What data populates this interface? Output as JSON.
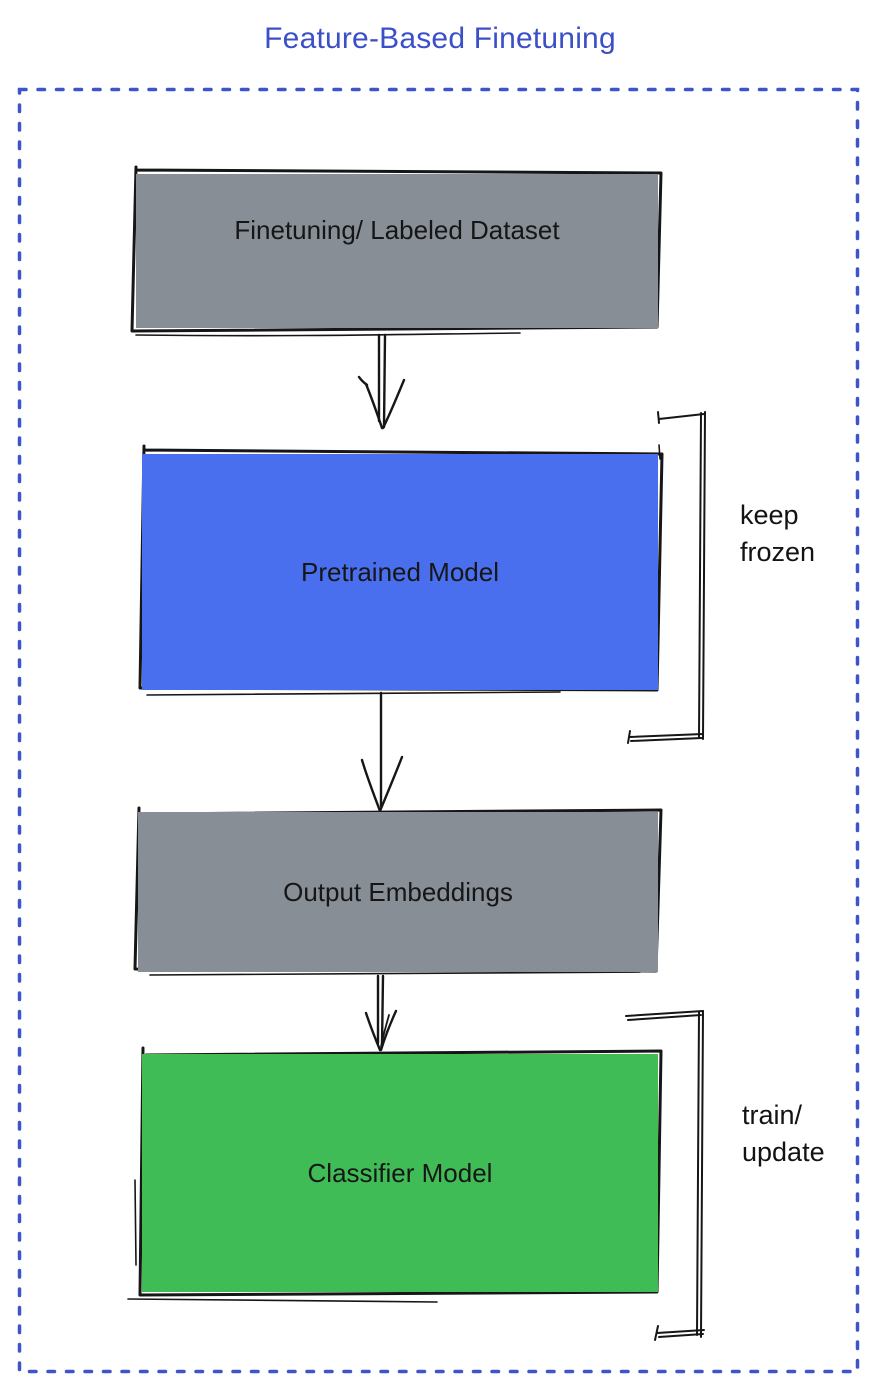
{
  "title": {
    "text": "Feature-Based Finetuning",
    "color": "#3b50c8"
  },
  "border": {
    "color": "#3d55c8"
  },
  "ink": "#161616",
  "nodes": [
    {
      "id": "finetuning-dataset",
      "label": "Finetuning/ Labeled Dataset",
      "color": "#878e96"
    },
    {
      "id": "pretrained-model",
      "label": "Pretrained Model",
      "color": "#4a6fee"
    },
    {
      "id": "output-embeddings",
      "label": "Output Embeddings",
      "color": "#878e96"
    },
    {
      "id": "classifier-model",
      "label": "Classifier Model",
      "color": "#40bc57"
    }
  ],
  "annotations": [
    {
      "id": "keep-frozen",
      "lines": [
        "keep",
        "frozen"
      ]
    },
    {
      "id": "train-update",
      "lines": [
        "train/",
        "update"
      ]
    }
  ]
}
